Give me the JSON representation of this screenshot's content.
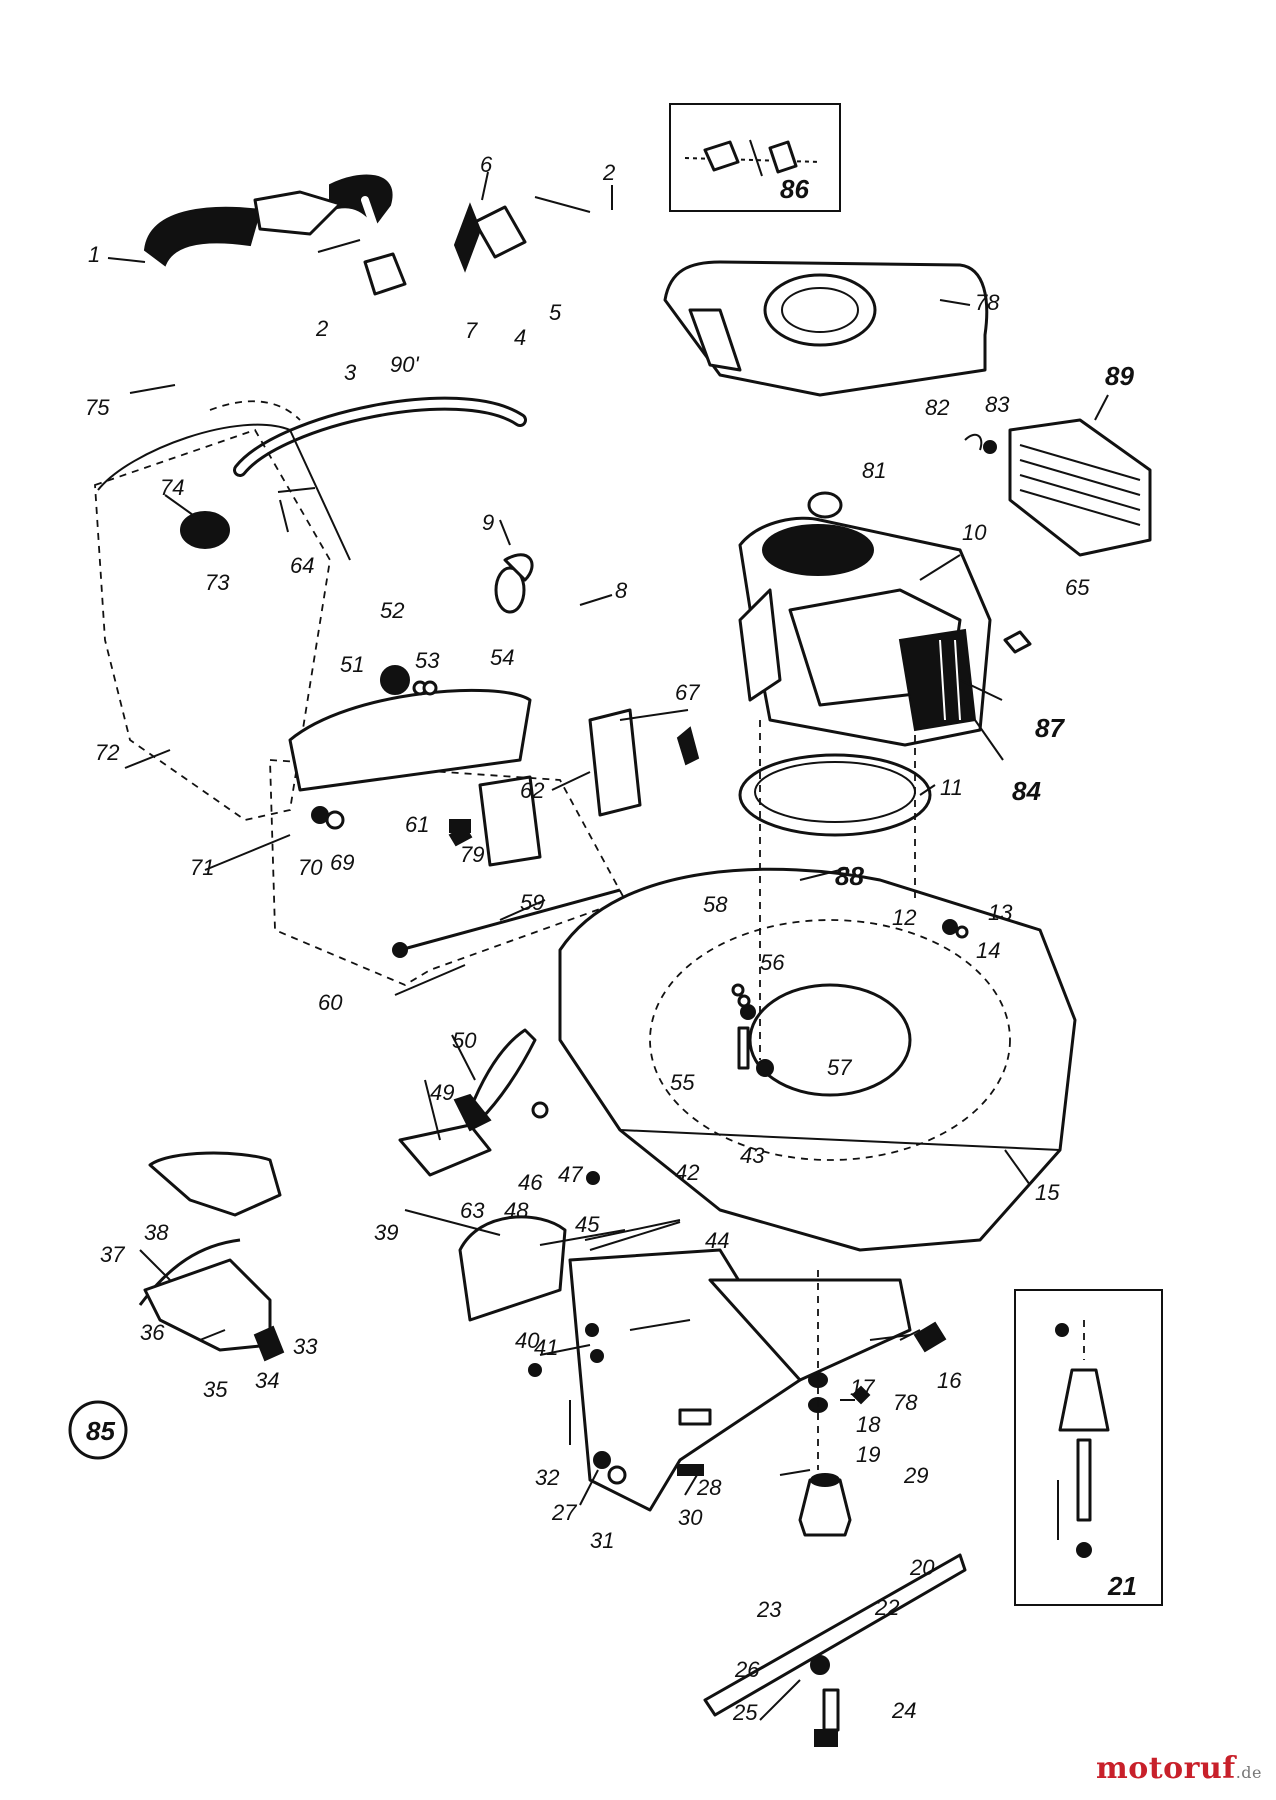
{
  "diagram": {
    "labels": [
      "1",
      "2",
      "2",
      "3",
      "90'",
      "4",
      "5",
      "6",
      "7",
      "75",
      "74",
      "64",
      "9",
      "8",
      "73",
      "52",
      "53",
      "54",
      "51",
      "72",
      "71",
      "70",
      "69",
      "79",
      "61",
      "62",
      "67",
      "78",
      "82",
      "83",
      "89",
      "81",
      "10",
      "65",
      "87",
      "84",
      "11",
      "88",
      "59",
      "60",
      "12",
      "13",
      "14",
      "58",
      "56",
      "55",
      "57",
      "50",
      "49",
      "63",
      "48",
      "47",
      "46",
      "45",
      "15",
      "39",
      "44",
      "43",
      "42",
      "40",
      "41",
      "38",
      "37",
      "36",
      "33",
      "34",
      "35",
      "85",
      "16",
      "17",
      "78",
      "18",
      "19",
      "32",
      "28",
      "27",
      "31",
      "30",
      "29",
      "20",
      "22",
      "23",
      "26",
      "25",
      "24",
      "21",
      "86"
    ]
  },
  "watermark": {
    "name": "motoruf",
    "tld": ".de"
  }
}
